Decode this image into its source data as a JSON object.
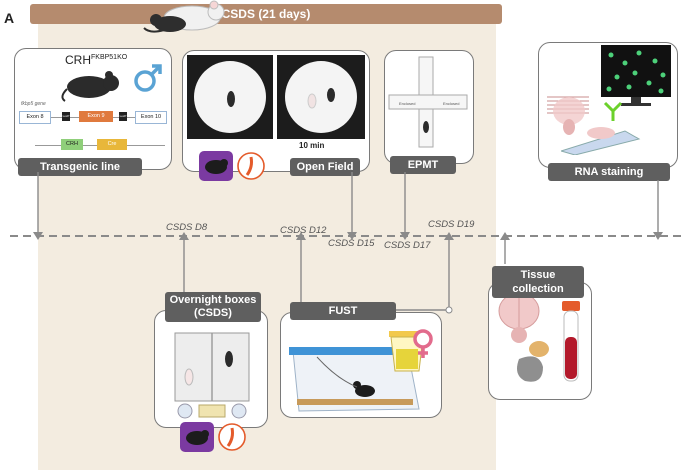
{
  "panel_letter": "A",
  "banner": {
    "title": "CSDS (21 days)"
  },
  "colors": {
    "banner": "#b58b6e",
    "shade": "#f3ece0",
    "label_bg": "#5f5f5f",
    "male_symbol": "#5aa3d4",
    "female_symbol": "#e26b8c"
  },
  "transgenic": {
    "title": "Transgenic line",
    "genotype": "CRH",
    "genotype_sup": "FKBP51KO",
    "gene_label": "fkbp5 gene",
    "exons": [
      "Exon 8",
      "Exon 9",
      "Exon 10"
    ],
    "loxp": "LoxP",
    "cre_parts": [
      "CRH",
      "Cre"
    ]
  },
  "open_field": {
    "title": "Open Field",
    "duration": "10 min"
  },
  "epmt": {
    "title": "EPMT",
    "arm_labels": [
      "Enclosed",
      "Enclosed"
    ]
  },
  "rna": {
    "title": "RNA staining"
  },
  "overnight": {
    "title_line1": "Overnight boxes",
    "title_line2": "(CSDS)"
  },
  "fust": {
    "title": "FUST"
  },
  "tissue": {
    "title": "Tissue collection"
  },
  "timeline": {
    "d8": "CSDS D8",
    "d12": "CSDS D12",
    "d15": "CSDS D15",
    "d17": "CSDS D17",
    "d19": "CSDS D19"
  },
  "icons": [
    "mouse-icon",
    "male-symbol-icon",
    "female-symbol-icon",
    "arena-icon",
    "elevated-plus-maze-icon",
    "brain-icon",
    "microscope-monitor-icon",
    "antibody-icon",
    "urine-cup-icon",
    "blood-tube-icon",
    "adrenal-kidney-icon",
    "food-pellet-icon"
  ]
}
